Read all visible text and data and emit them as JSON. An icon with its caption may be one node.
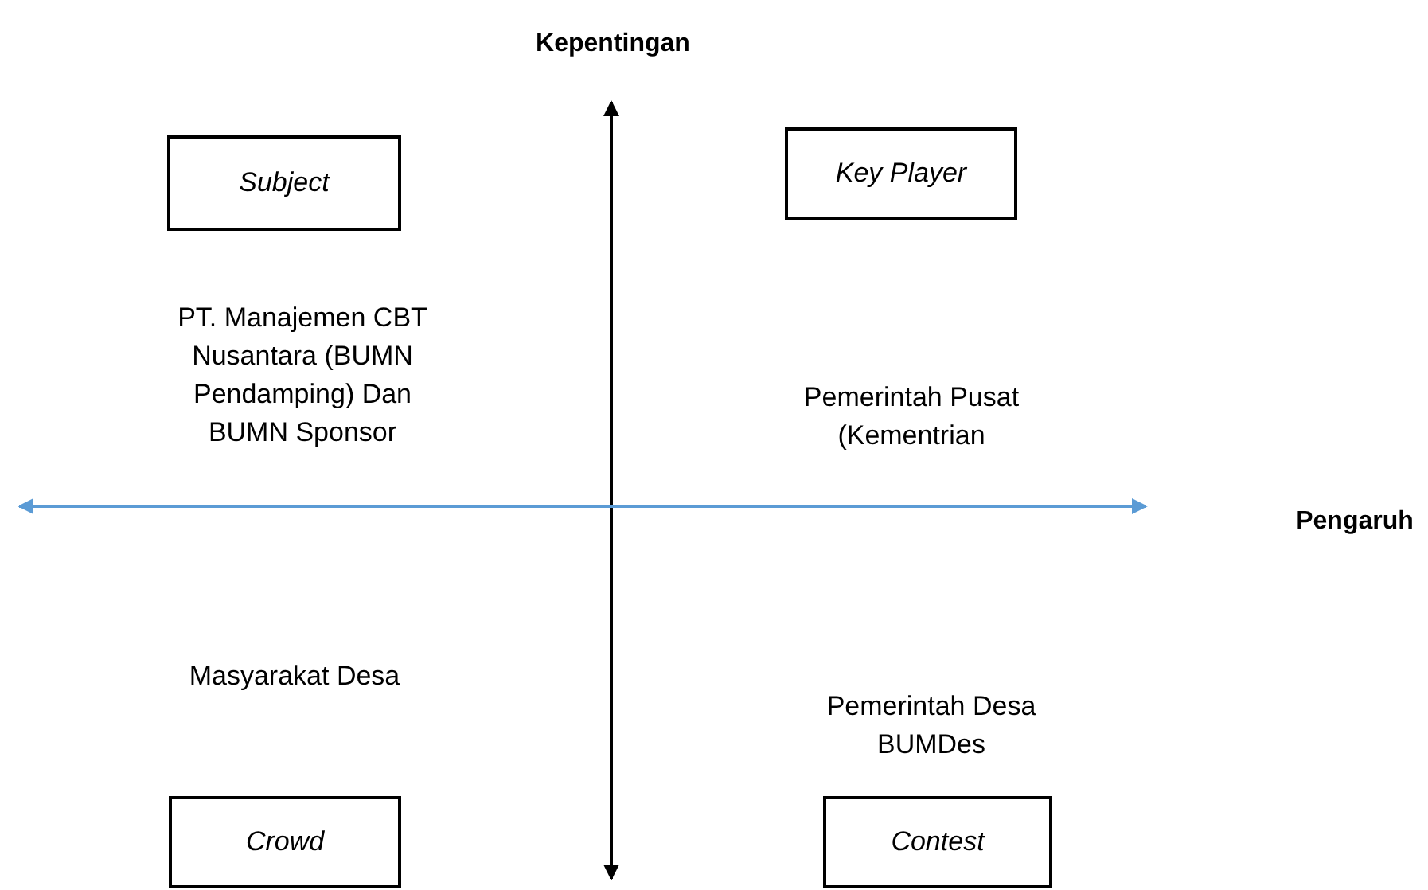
{
  "diagram": {
    "nodes": [
      {
        "text": [
          "Subject"
        ]
      },
      {
        "text": [
          "Key Player"
        ]
      },
      {
        "text": [
          "Crowd"
        ]
      },
      {
        "text": [
          "Contest"
        ]
      }
    ],
    "labels": [
      "Kepentingan",
      "PT. Manajemen CBT Nusantara (BUMN Pendamping) Dan BUMN Sponsor",
      "Pemerintah Pusat (Kementrian",
      "Pengaruh",
      "Masyarakat Desa",
      "Pemerintah Desa BUMDes"
    ]
  }
}
